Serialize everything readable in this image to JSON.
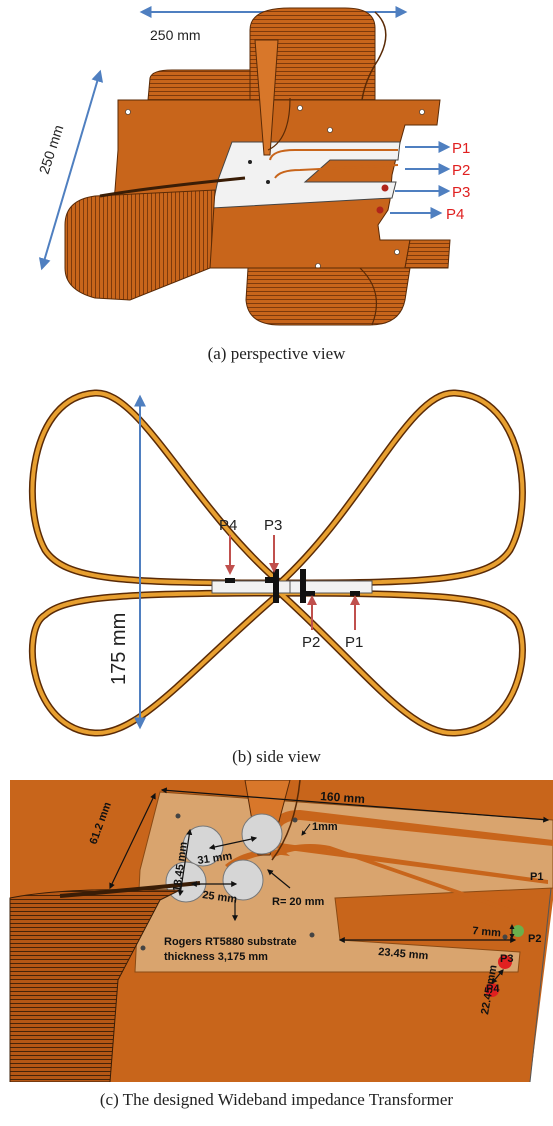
{
  "figure_a": {
    "dim_width": "250 mm",
    "dim_diagonal": "250 mm",
    "ports": [
      "P1",
      "P2",
      "P3",
      "P4"
    ],
    "caption": "(a) perspective view"
  },
  "figure_b": {
    "dim_height": "175 mm",
    "ports_top": [
      "P4",
      "P3"
    ],
    "ports_bottom": [
      "P2",
      "P1"
    ],
    "caption": "(b) side view"
  },
  "figure_c": {
    "dim_160": "160 mm",
    "dim_61_2": "61.2 mm",
    "dim_18_45": "18.45 mm",
    "dim_31": "31 mm",
    "dim_25": "25 mm",
    "dim_1mm": "1mm",
    "dim_r20": "R= 20 mm",
    "dim_23_45": "23.45 mm",
    "dim_7": "7 mm",
    "dim_22_45": "22.45 mm",
    "substrate_line1": "Rogers RT5880 substrate",
    "substrate_line2": "thickness 3,175 mm",
    "ports": [
      "P1",
      "P2",
      "P3",
      "P4"
    ],
    "caption": "(c) The designed Wideband impedance Transformer"
  },
  "colors": {
    "copper": "#c8651b",
    "copper_dark": "#7a3a0c",
    "arrow_blue": "#4f7fc0",
    "port_red": "#e02020",
    "arrow_red": "#c0504d",
    "substrate": "#d9a46e"
  }
}
